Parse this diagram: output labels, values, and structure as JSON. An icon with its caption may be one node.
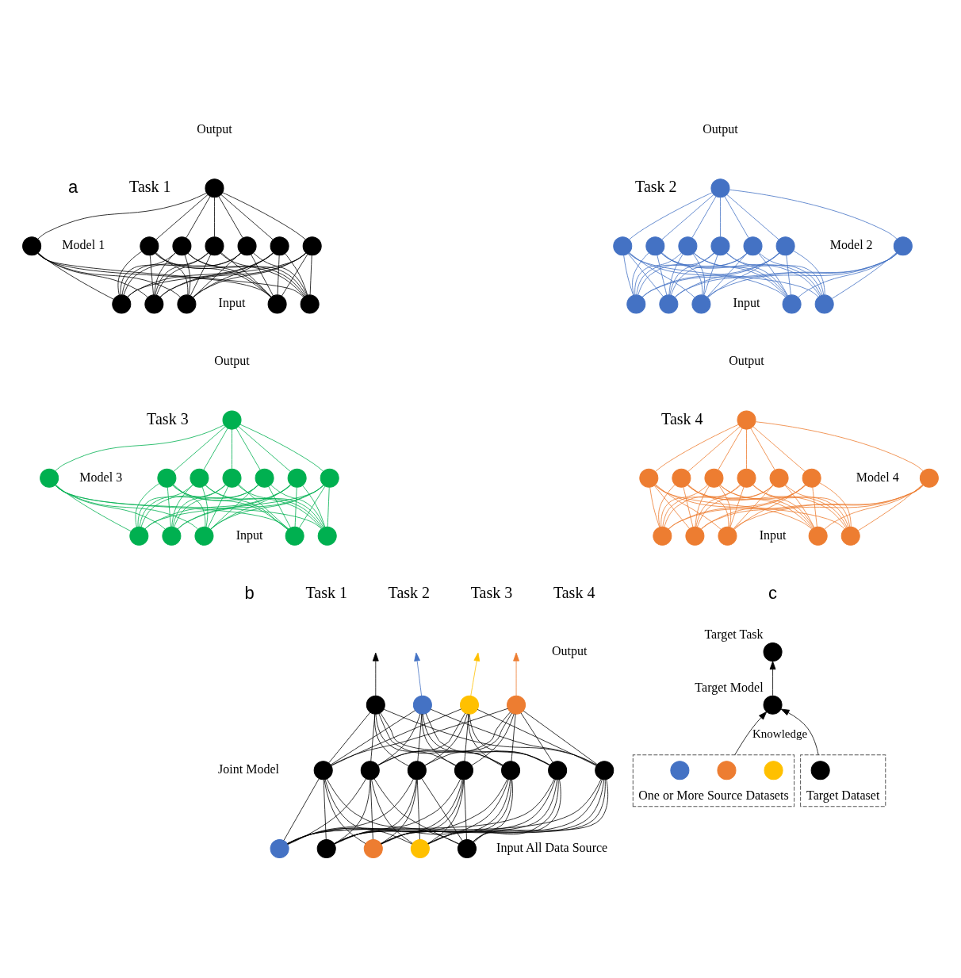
{
  "diagram": {
    "nodes": [
      {
        "text": [],
        "shape": "circle"
      },
      {
        "text": [],
        "shape": "circle"
      },
      {
        "text": [],
        "shape": "circle"
      },
      {
        "text": [],
        "shape": "circle"
      },
      {
        "text": [],
        "shape": "circle"
      },
      {
        "text": [],
        "shape": "circle"
      },
      {
        "text": [],
        "shape": "circle"
      },
      {
        "text": [],
        "shape": "circle"
      },
      {
        "text": [],
        "shape": "circle"
      },
      {
        "text": [],
        "shape": "circle"
      },
      {
        "text": [],
        "shape": "circle"
      },
      {
        "text": [],
        "shape": "circle"
      },
      {
        "text": [],
        "shape": "circle"
      },
      {
        "text": [],
        "shape": "circle"
      },
      {
        "text": [],
        "shape": "circle"
      },
      {
        "text": [],
        "shape": "circle"
      },
      {
        "text": [],
        "shape": "circle"
      },
      {
        "text": [],
        "shape": "circle"
      },
      {
        "text": [],
        "shape": "circle"
      },
      {
        "text": [],
        "shape": "circle"
      },
      {
        "text": [],
        "shape": "circle"
      },
      {
        "text": [],
        "shape": "circle"
      },
      {
        "text": [],
        "shape": "circle"
      },
      {
        "text": [],
        "shape": "circle"
      },
      {
        "text": [],
        "shape": "circle"
      },
      {
        "text": [],
        "shape": "circle"
      },
      {
        "text": [],
        "shape": "circle"
      },
      {
        "text": [],
        "shape": "circle"
      },
      {
        "text": [],
        "shape": "circle"
      },
      {
        "text": [],
        "shape": "circle"
      },
      {
        "text": [],
        "shape": "circle"
      },
      {
        "text": [],
        "shape": "circle"
      },
      {
        "text": [],
        "shape": "circle"
      },
      {
        "text": [],
        "shape": "circle"
      },
      {
        "text": [],
        "shape": "circle"
      },
      {
        "text": [],
        "shape": "circle"
      },
      {
        "text": [],
        "shape": "circle"
      },
      {
        "text": [],
        "shape": "circle"
      },
      {
        "text": [],
        "shape": "circle"
      },
      {
        "text": [],
        "shape": "circle"
      },
      {
        "text": [],
        "shape": "circle"
      },
      {
        "text": [],
        "shape": "circle"
      },
      {
        "text": [],
        "shape": "circle"
      },
      {
        "text": [],
        "shape": "circle"
      },
      {
        "text": [],
        "shape": "circle"
      },
      {
        "text": [],
        "shape": "circle"
      },
      {
        "text": [],
        "shape": "circle"
      },
      {
        "text": [],
        "shape": "circle"
      },
      {
        "text": [],
        "shape": "circle"
      },
      {
        "text": [],
        "shape": "circle"
      },
      {
        "text": [],
        "shape": "circle"
      },
      {
        "text": [],
        "shape": "circle"
      },
      {
        "text": [],
        "shape": "circle"
      },
      {
        "text": [],
        "shape": "circle"
      },
      {
        "text": [],
        "shape": "circle"
      },
      {
        "text": [],
        "shape": "circle"
      },
      {
        "text": [],
        "shape": "circle"
      },
      {
        "text": [],
        "shape": "circle"
      },
      {
        "text": [],
        "shape": "circle"
      },
      {
        "text": [],
        "shape": "circle"
      },
      {
        "text": [],
        "shape": "circle"
      },
      {
        "text": [],
        "shape": "circle"
      },
      {
        "text": [],
        "shape": "circle"
      },
      {
        "text": [],
        "shape": "circle"
      },
      {
        "text": [],
        "shape": "circle"
      },
      {
        "text": [],
        "shape": "circle"
      },
      {
        "text": [],
        "shape": "circle"
      },
      {
        "text": [],
        "shape": "circle"
      },
      {
        "text": [],
        "shape": "circle",
        "beside": [
          "Target Task"
        ]
      },
      {
        "text": [],
        "shape": "circle",
        "beside": [
          "Target Model"
        ]
      },
      {
        "text": [
          "One or More Source Datasets"
        ]
      },
      {
        "text": [],
        "shape": "circle",
        "in": 70
      },
      {
        "text": [],
        "shape": "circle",
        "in": 70
      },
      {
        "text": [],
        "shape": "circle",
        "in": 70
      },
      {
        "text": [
          "Target Dataset"
        ]
      },
      {
        "text": [],
        "shape": "circle",
        "in": 74
      }
    ],
    "edges": [
      {
        "from": 0,
        "to": 1,
        "arrow": "none"
      },
      {
        "from": 0,
        "to": 2,
        "arrow": "none"
      },
      {
        "from": 0,
        "to": 3,
        "arrow": "none"
      },
      {
        "from": 0,
        "to": 4,
        "arrow": "none"
      },
      {
        "from": 0,
        "to": 5,
        "arrow": "none"
      },
      {
        "from": 0,
        "to": 6,
        "arrow": "none"
      },
      {
        "from": 0,
        "to": 7,
        "arrow": "none"
      },
      {
        "from": 1,
        "to": 8,
        "arrow": "none"
      },
      {
        "from": 1,
        "to": 9,
        "arrow": "none"
      },
      {
        "from": 1,
        "to": 10,
        "arrow": "none"
      },
      {
        "from": 1,
        "to": 11,
        "arrow": "none"
      },
      {
        "from": 1,
        "to": 12,
        "arrow": "none"
      },
      {
        "from": 2,
        "to": 8,
        "arrow": "none"
      },
      {
        "from": 2,
        "to": 9,
        "arrow": "none"
      },
      {
        "from": 2,
        "to": 10,
        "arrow": "none"
      },
      {
        "from": 2,
        "to": 11,
        "arrow": "none"
      },
      {
        "from": 2,
        "to": 12,
        "arrow": "none"
      },
      {
        "from": 3,
        "to": 8,
        "arrow": "none"
      },
      {
        "from": 3,
        "to": 9,
        "arrow": "none"
      },
      {
        "from": 3,
        "to": 10,
        "arrow": "none"
      },
      {
        "from": 3,
        "to": 11,
        "arrow": "none"
      },
      {
        "from": 3,
        "to": 12,
        "arrow": "none"
      },
      {
        "from": 4,
        "to": 8,
        "arrow": "none"
      },
      {
        "from": 4,
        "to": 9,
        "arrow": "none"
      },
      {
        "from": 4,
        "to": 10,
        "arrow": "none"
      },
      {
        "from": 4,
        "to": 11,
        "arrow": "none"
      },
      {
        "from": 4,
        "to": 12,
        "arrow": "none"
      },
      {
        "from": 5,
        "to": 8,
        "arrow": "none"
      },
      {
        "from": 5,
        "to": 9,
        "arrow": "none"
      },
      {
        "from": 5,
        "to": 10,
        "arrow": "none"
      },
      {
        "from": 5,
        "to": 11,
        "arrow": "none"
      },
      {
        "from": 5,
        "to": 12,
        "arrow": "none"
      },
      {
        "from": 6,
        "to": 8,
        "arrow": "none"
      },
      {
        "from": 6,
        "to": 9,
        "arrow": "none"
      },
      {
        "from": 6,
        "to": 10,
        "arrow": "none"
      },
      {
        "from": 6,
        "to": 11,
        "arrow": "none"
      },
      {
        "from": 6,
        "to": 12,
        "arrow": "none"
      },
      {
        "from": 7,
        "to": 8,
        "arrow": "none"
      },
      {
        "from": 7,
        "to": 9,
        "arrow": "none"
      },
      {
        "from": 7,
        "to": 10,
        "arrow": "none"
      },
      {
        "from": 7,
        "to": 11,
        "arrow": "none"
      },
      {
        "from": 7,
        "to": 12,
        "arrow": "none"
      },
      {
        "from": 13,
        "to": 14,
        "arrow": "none",
        "color": "#4472c4"
      },
      {
        "from": 13,
        "to": 15,
        "arrow": "none",
        "color": "#4472c4"
      },
      {
        "from": 13,
        "to": 16,
        "arrow": "none",
        "color": "#4472c4"
      },
      {
        "from": 13,
        "to": 17,
        "arrow": "none",
        "color": "#4472c4"
      },
      {
        "from": 13,
        "to": 18,
        "arrow": "none",
        "color": "#4472c4"
      },
      {
        "from": 13,
        "to": 19,
        "arrow": "none",
        "color": "#4472c4"
      },
      {
        "from": 13,
        "to": 20,
        "arrow": "none",
        "color": "#4472c4"
      },
      {
        "from": 14,
        "to": 21,
        "arrow": "none",
        "color": "#4472c4"
      },
      {
        "from": 14,
        "to": 22,
        "arrow": "none",
        "color": "#4472c4"
      },
      {
        "from": 14,
        "to": 23,
        "arrow": "none",
        "color": "#4472c4"
      },
      {
        "from": 14,
        "to": 24,
        "arrow": "none",
        "color": "#4472c4"
      },
      {
        "from": 14,
        "to": 25,
        "arrow": "none",
        "color": "#4472c4"
      },
      {
        "from": 15,
        "to": 21,
        "arrow": "none",
        "color": "#4472c4"
      },
      {
        "from": 15,
        "to": 22,
        "arrow": "none",
        "color": "#4472c4"
      },
      {
        "from": 15,
        "to": 23,
        "arrow": "none",
        "color": "#4472c4"
      },
      {
        "from": 15,
        "to": 24,
        "arrow": "none",
        "color": "#4472c4"
      },
      {
        "from": 15,
        "to": 25,
        "arrow": "none",
        "color": "#4472c4"
      },
      {
        "from": 16,
        "to": 21,
        "arrow": "none",
        "color": "#4472c4"
      },
      {
        "from": 16,
        "to": 22,
        "arrow": "none",
        "color": "#4472c4"
      },
      {
        "from": 16,
        "to": 23,
        "arrow": "none",
        "color": "#4472c4"
      },
      {
        "from": 16,
        "to": 24,
        "arrow": "none",
        "color": "#4472c4"
      },
      {
        "from": 16,
        "to": 25,
        "arrow": "none",
        "color": "#4472c4"
      },
      {
        "from": 17,
        "to": 21,
        "arrow": "none",
        "color": "#4472c4"
      },
      {
        "from": 17,
        "to": 22,
        "arrow": "none",
        "color": "#4472c4"
      },
      {
        "from": 17,
        "to": 23,
        "arrow": "none",
        "color": "#4472c4"
      },
      {
        "from": 17,
        "to": 24,
        "arrow": "none",
        "color": "#4472c4"
      },
      {
        "from": 17,
        "to": 25,
        "arrow": "none",
        "color": "#4472c4"
      },
      {
        "from": 18,
        "to": 21,
        "arrow": "none",
        "color": "#4472c4"
      },
      {
        "from": 18,
        "to": 22,
        "arrow": "none",
        "color": "#4472c4"
      },
      {
        "from": 18,
        "to": 23,
        "arrow": "none",
        "color": "#4472c4"
      },
      {
        "from": 18,
        "to": 24,
        "arrow": "none",
        "color": "#4472c4"
      },
      {
        "from": 18,
        "to": 25,
        "arrow": "none",
        "color": "#4472c4"
      },
      {
        "from": 19,
        "to": 21,
        "arrow": "none",
        "color": "#4472c4"
      },
      {
        "from": 19,
        "to": 22,
        "arrow": "none",
        "color": "#4472c4"
      },
      {
        "from": 19,
        "to": 23,
        "arrow": "none",
        "color": "#4472c4"
      },
      {
        "from": 19,
        "to": 24,
        "arrow": "none",
        "color": "#4472c4"
      },
      {
        "from": 19,
        "to": 25,
        "arrow": "none",
        "color": "#4472c4"
      },
      {
        "from": 20,
        "to": 21,
        "arrow": "none",
        "color": "#4472c4"
      },
      {
        "from": 20,
        "to": 22,
        "arrow": "none",
        "color": "#4472c4"
      },
      {
        "from": 20,
        "to": 23,
        "arrow": "none",
        "color": "#4472c4"
      },
      {
        "from": 20,
        "to": 24,
        "arrow": "none",
        "color": "#4472c4"
      },
      {
        "from": 20,
        "to": 25,
        "arrow": "none",
        "color": "#4472c4"
      },
      {
        "from": 26,
        "to": 27,
        "arrow": "none",
        "color": "#00b050"
      },
      {
        "from": 26,
        "to": 28,
        "arrow": "none",
        "color": "#00b050"
      },
      {
        "from": 26,
        "to": 29,
        "arrow": "none",
        "color": "#00b050"
      },
      {
        "from": 26,
        "to": 30,
        "arrow": "none",
        "color": "#00b050"
      },
      {
        "from": 26,
        "to": 31,
        "arrow": "none",
        "color": "#00b050"
      },
      {
        "from": 26,
        "to": 32,
        "arrow": "none",
        "color": "#00b050"
      },
      {
        "from": 26,
        "to": 33,
        "arrow": "none",
        "color": "#00b050"
      },
      {
        "from": 27,
        "to": 34,
        "arrow": "none",
        "color": "#00b050"
      },
      {
        "from": 27,
        "to": 35,
        "arrow": "none",
        "color": "#00b050"
      },
      {
        "from": 27,
        "to": 36,
        "arrow": "none",
        "color": "#00b050"
      },
      {
        "from": 27,
        "to": 37,
        "arrow": "none",
        "color": "#00b050"
      },
      {
        "from": 27,
        "to": 38,
        "arrow": "none",
        "color": "#00b050"
      },
      {
        "from": 28,
        "to": 34,
        "arrow": "none",
        "color": "#00b050"
      },
      {
        "from": 28,
        "to": 35,
        "arrow": "none",
        "color": "#00b050"
      },
      {
        "from": 28,
        "to": 36,
        "arrow": "none",
        "color": "#00b050"
      },
      {
        "from": 28,
        "to": 37,
        "arrow": "none",
        "color": "#00b050"
      },
      {
        "from": 28,
        "to": 38,
        "arrow": "none",
        "color": "#00b050"
      },
      {
        "from": 29,
        "to": 34,
        "arrow": "none",
        "color": "#00b050"
      },
      {
        "from": 29,
        "to": 35,
        "arrow": "none",
        "color": "#00b050"
      },
      {
        "from": 29,
        "to": 36,
        "arrow": "none",
        "color": "#00b050"
      },
      {
        "from": 29,
        "to": 37,
        "arrow": "none",
        "color": "#00b050"
      },
      {
        "from": 29,
        "to": 38,
        "arrow": "none",
        "color": "#00b050"
      },
      {
        "from": 30,
        "to": 34,
        "arrow": "none",
        "color": "#00b050"
      },
      {
        "from": 30,
        "to": 35,
        "arrow": "none",
        "color": "#00b050"
      },
      {
        "from": 30,
        "to": 36,
        "arrow": "none",
        "color": "#00b050"
      },
      {
        "from": 30,
        "to": 37,
        "arrow": "none",
        "color": "#00b050"
      },
      {
        "from": 30,
        "to": 38,
        "arrow": "none",
        "color": "#00b050"
      },
      {
        "from": 31,
        "to": 34,
        "arrow": "none",
        "color": "#00b050"
      },
      {
        "from": 31,
        "to": 35,
        "arrow": "none",
        "color": "#00b050"
      },
      {
        "from": 31,
        "to": 36,
        "arrow": "none",
        "color": "#00b050"
      },
      {
        "from": 31,
        "to": 37,
        "arrow": "none",
        "color": "#00b050"
      },
      {
        "from": 31,
        "to": 38,
        "arrow": "none",
        "color": "#00b050"
      },
      {
        "from": 32,
        "to": 34,
        "arrow": "none",
        "color": "#00b050"
      },
      {
        "from": 32,
        "to": 35,
        "arrow": "none",
        "color": "#00b050"
      },
      {
        "from": 32,
        "to": 36,
        "arrow": "none",
        "color": "#00b050"
      },
      {
        "from": 32,
        "to": 37,
        "arrow": "none",
        "color": "#00b050"
      },
      {
        "from": 32,
        "to": 38,
        "arrow": "none",
        "color": "#00b050"
      },
      {
        "from": 33,
        "to": 34,
        "arrow": "none",
        "color": "#00b050"
      },
      {
        "from": 33,
        "to": 35,
        "arrow": "none",
        "color": "#00b050"
      },
      {
        "from": 33,
        "to": 36,
        "arrow": "none",
        "color": "#00b050"
      },
      {
        "from": 33,
        "to": 37,
        "arrow": "none",
        "color": "#00b050"
      },
      {
        "from": 33,
        "to": 38,
        "arrow": "none",
        "color": "#00b050"
      },
      {
        "from": 39,
        "to": 40,
        "arrow": "none",
        "color": "#ed7d31"
      },
      {
        "from": 39,
        "to": 41,
        "arrow": "none",
        "color": "#ed7d31"
      },
      {
        "from": 39,
        "to": 42,
        "arrow": "none",
        "color": "#ed7d31"
      },
      {
        "from": 39,
        "to": 43,
        "arrow": "none",
        "color": "#ed7d31"
      },
      {
        "from": 39,
        "to": 44,
        "arrow": "none",
        "color": "#ed7d31"
      },
      {
        "from": 39,
        "to": 45,
        "arrow": "none",
        "color": "#ed7d31"
      },
      {
        "from": 39,
        "to": 46,
        "arrow": "none",
        "color": "#ed7d31"
      },
      {
        "from": 40,
        "to": 47,
        "arrow": "none",
        "color": "#ed7d31"
      },
      {
        "from": 40,
        "to": 48,
        "arrow": "none",
        "color": "#ed7d31"
      },
      {
        "from": 40,
        "to": 49,
        "arrow": "none",
        "color": "#ed7d31"
      },
      {
        "from": 40,
        "to": 50,
        "arrow": "none",
        "color": "#ed7d31"
      },
      {
        "from": 40,
        "to": 51,
        "arrow": "none",
        "color": "#ed7d31"
      },
      {
        "from": 41,
        "to": 47,
        "arrow": "none",
        "color": "#ed7d31"
      },
      {
        "from": 41,
        "to": 48,
        "arrow": "none",
        "color": "#ed7d31"
      },
      {
        "from": 41,
        "to": 49,
        "arrow": "none",
        "color": "#ed7d31"
      },
      {
        "from": 41,
        "to": 50,
        "arrow": "none",
        "color": "#ed7d31"
      },
      {
        "from": 41,
        "to": 51,
        "arrow": "none",
        "color": "#ed7d31"
      },
      {
        "from": 42,
        "to": 47,
        "arrow": "none",
        "color": "#ed7d31"
      },
      {
        "from": 42,
        "to": 48,
        "arrow": "none",
        "color": "#ed7d31"
      },
      {
        "from": 42,
        "to": 49,
        "arrow": "none",
        "color": "#ed7d31"
      },
      {
        "from": 42,
        "to": 50,
        "arrow": "none",
        "color": "#ed7d31"
      },
      {
        "from": 42,
        "to": 51,
        "arrow": "none",
        "color": "#ed7d31"
      },
      {
        "from": 43,
        "to": 47,
        "arrow": "none",
        "color": "#ed7d31"
      },
      {
        "from": 43,
        "to": 48,
        "arrow": "none",
        "color": "#ed7d31"
      },
      {
        "from": 43,
        "to": 49,
        "arrow": "none",
        "color": "#ed7d31"
      },
      {
        "from": 43,
        "to": 50,
        "arrow": "none",
        "color": "#ed7d31"
      },
      {
        "from": 43,
        "to": 51,
        "arrow": "none",
        "color": "#ed7d31"
      },
      {
        "from": 44,
        "to": 47,
        "arrow": "none",
        "color": "#ed7d31"
      },
      {
        "from": 44,
        "to": 48,
        "arrow": "none",
        "color": "#ed7d31"
      },
      {
        "from": 44,
        "to": 49,
        "arrow": "none",
        "color": "#ed7d31"
      },
      {
        "from": 44,
        "to": 50,
        "arrow": "none",
        "color": "#ed7d31"
      },
      {
        "from": 44,
        "to": 51,
        "arrow": "none",
        "color": "#ed7d31"
      },
      {
        "from": 45,
        "to": 47,
        "arrow": "none",
        "color": "#ed7d31"
      },
      {
        "from": 45,
        "to": 48,
        "arrow": "none",
        "color": "#ed7d31"
      },
      {
        "from": 45,
        "to": 49,
        "arrow": "none",
        "color": "#ed7d31"
      },
      {
        "from": 45,
        "to": 50,
        "arrow": "none",
        "color": "#ed7d31"
      },
      {
        "from": 45,
        "to": 51,
        "arrow": "none",
        "color": "#ed7d31"
      },
      {
        "from": 46,
        "to": 47,
        "arrow": "none",
        "color": "#ed7d31"
      },
      {
        "from": 46,
        "to": 48,
        "arrow": "none",
        "color": "#ed7d31"
      },
      {
        "from": 46,
        "to": 49,
        "arrow": "none",
        "color": "#ed7d31"
      },
      {
        "from": 46,
        "to": 50,
        "arrow": "none",
        "color": "#ed7d31"
      },
      {
        "from": 46,
        "to": 51,
        "arrow": "none",
        "color": "#ed7d31"
      },
      {
        "from": 52,
        "to": null,
        "arrow": "to"
      },
      {
        "from": 53,
        "to": null,
        "arrow": "to",
        "color": "#4472c4"
      },
      {
        "from": 54,
        "to": null,
        "arrow": "to",
        "color": "#ffc000"
      },
      {
        "from": 55,
        "to": null,
        "arrow": "to",
        "color": "#ed7d31"
      },
      {
        "from": 52,
        "to": 56,
        "arrow": "none"
      },
      {
        "from": 52,
        "to": 57,
        "arrow": "none"
      },
      {
        "from": 52,
        "to": 58,
        "arrow": "none"
      },
      {
        "from": 52,
        "to": 59,
        "arrow": "none"
      },
      {
        "from": 52,
        "to": 60,
        "arrow": "none"
      },
      {
        "from": 52,
        "to": 61,
        "arrow": "none"
      },
      {
        "from": 52,
        "to": 62,
        "arrow": "none"
      },
      {
        "from": 53,
        "to": 56,
        "arrow": "none"
      },
      {
        "from": 53,
        "to": 57,
        "arrow": "none"
      },
      {
        "from": 53,
        "to": 58,
        "arrow": "none"
      },
      {
        "from": 53,
        "to": 59,
        "arrow": "none"
      },
      {
        "from": 53,
        "to": 60,
        "arrow": "none"
      },
      {
        "from": 53,
        "to": 61,
        "arrow": "none"
      },
      {
        "from": 53,
        "to": 62,
        "arrow": "none"
      },
      {
        "from": 54,
        "to": 56,
        "arrow": "none"
      },
      {
        "from": 54,
        "to": 57,
        "arrow": "none"
      },
      {
        "from": 54,
        "to": 58,
        "arrow": "none"
      },
      {
        "from": 54,
        "to": 59,
        "arrow": "none"
      },
      {
        "from": 54,
        "to": 60,
        "arrow": "none"
      },
      {
        "from": 54,
        "to": 61,
        "arrow": "none"
      },
      {
        "from": 54,
        "to": 62,
        "arrow": "none"
      },
      {
        "from": 55,
        "to": 56,
        "arrow": "none"
      },
      {
        "from": 55,
        "to": 57,
        "arrow": "none"
      },
      {
        "from": 55,
        "to": 58,
        "arrow": "none"
      },
      {
        "from": 55,
        "to": 59,
        "arrow": "none"
      },
      {
        "from": 55,
        "to": 60,
        "arrow": "none"
      },
      {
        "from": 55,
        "to": 61,
        "arrow": "none"
      },
      {
        "from": 55,
        "to": 62,
        "arrow": "none"
      },
      {
        "from": 56,
        "to": 63,
        "arrow": "none"
      },
      {
        "from": 56,
        "to": 64,
        "arrow": "none"
      },
      {
        "from": 56,
        "to": 65,
        "arrow": "none"
      },
      {
        "from": 56,
        "to": 66,
        "arrow": "none"
      },
      {
        "from": 56,
        "to": 67,
        "arrow": "none"
      },
      {
        "from": 57,
        "to": 63,
        "arrow": "none"
      },
      {
        "from": 57,
        "to": 64,
        "arrow": "none"
      },
      {
        "from": 57,
        "to": 65,
        "arrow": "none"
      },
      {
        "from": 57,
        "to": 66,
        "arrow": "none"
      },
      {
        "from": 57,
        "to": 67,
        "arrow": "none"
      },
      {
        "from": 58,
        "to": 63,
        "arrow": "none"
      },
      {
        "from": 58,
        "to": 64,
        "arrow": "none"
      },
      {
        "from": 58,
        "to": 65,
        "arrow": "none"
      },
      {
        "from": 58,
        "to": 66,
        "arrow": "none"
      },
      {
        "from": 58,
        "to": 67,
        "arrow": "none"
      },
      {
        "from": 59,
        "to": 63,
        "arrow": "none"
      },
      {
        "from": 59,
        "to": 64,
        "arrow": "none"
      },
      {
        "from": 59,
        "to": 65,
        "arrow": "none"
      },
      {
        "from": 59,
        "to": 66,
        "arrow": "none"
      },
      {
        "from": 59,
        "to": 67,
        "arrow": "none"
      },
      {
        "from": 60,
        "to": 63,
        "arrow": "none"
      },
      {
        "from": 60,
        "to": 64,
        "arrow": "none"
      },
      {
        "from": 60,
        "to": 65,
        "arrow": "none"
      },
      {
        "from": 60,
        "to": 66,
        "arrow": "none"
      },
      {
        "from": 60,
        "to": 67,
        "arrow": "none"
      },
      {
        "from": 61,
        "to": 63,
        "arrow": "none"
      },
      {
        "from": 61,
        "to": 64,
        "arrow": "none"
      },
      {
        "from": 61,
        "to": 65,
        "arrow": "none"
      },
      {
        "from": 61,
        "to": 66,
        "arrow": "none"
      },
      {
        "from": 61,
        "to": 67,
        "arrow": "none"
      },
      {
        "from": 62,
        "to": 63,
        "arrow": "none"
      },
      {
        "from": 62,
        "to": 64,
        "arrow": "none"
      },
      {
        "from": 62,
        "to": 65,
        "arrow": "none"
      },
      {
        "from": 62,
        "to": 66,
        "arrow": "none"
      },
      {
        "from": 62,
        "to": 67,
        "arrow": "none"
      },
      {
        "from": 70,
        "to": 69,
        "arrow": "to",
        "label": "Knowledge"
      },
      {
        "from": 74,
        "to": 69,
        "arrow": "to"
      },
      {
        "from": 69,
        "to": 68,
        "arrow": "to"
      }
    ],
    "labels": [
      "a",
      "Output",
      "Task 1",
      "Model 1",
      "Input",
      "Output",
      "Task 2",
      "Model 2",
      "Input",
      "Output",
      "Task 3",
      "Model 3",
      "Input",
      "Output",
      "Task 4",
      "Model 4",
      "Input",
      "b",
      "Task 1",
      "Task 2",
      "Task 3",
      "Task 4",
      "Output",
      "Joint Model",
      "Input All Data Source",
      "c"
    ]
  }
}
